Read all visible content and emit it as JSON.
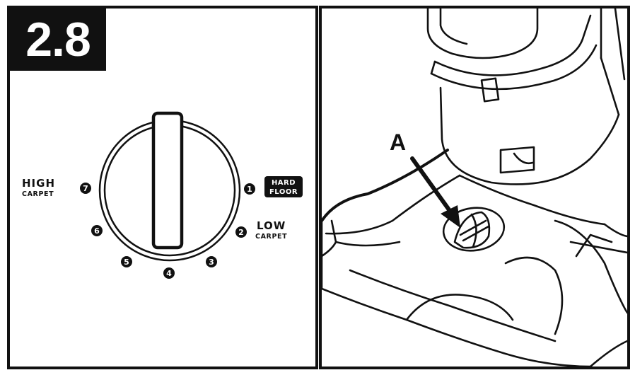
{
  "step_number": "2.8",
  "dial": {
    "settings": [
      "1",
      "2",
      "3",
      "4",
      "5",
      "6",
      "7"
    ],
    "hard_floor_line1": "HARD",
    "hard_floor_line2": "FLOOR",
    "low_line1": "LOW",
    "low_line2": "CARPET",
    "high_line1": "HIGH",
    "high_line2": "CARPET"
  },
  "callout_label": "A",
  "colors": {
    "ink": "#111111",
    "paper": "#ffffff"
  }
}
